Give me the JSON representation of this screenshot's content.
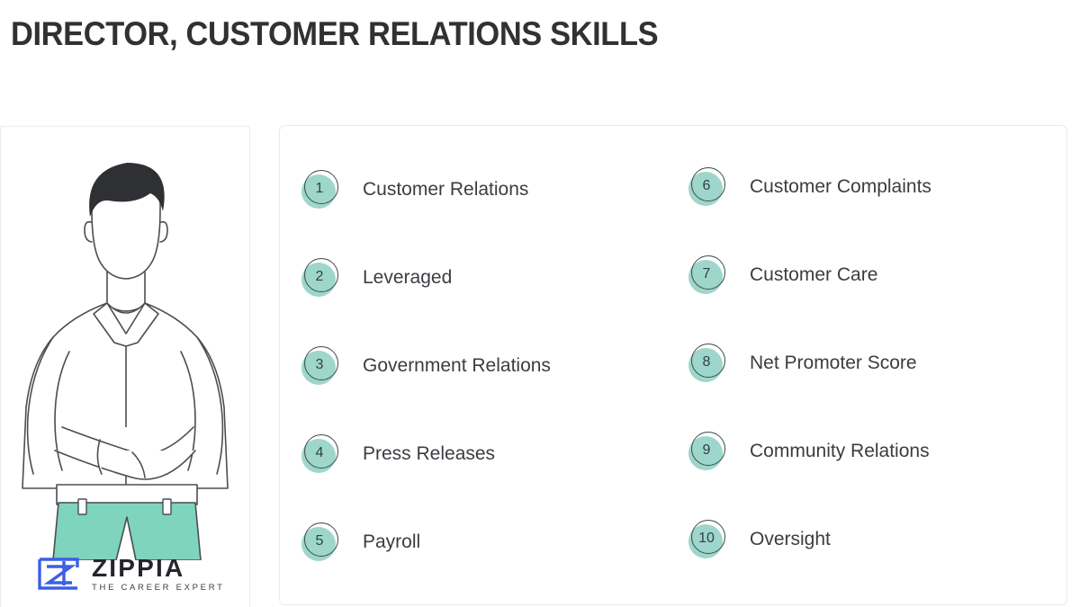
{
  "page": {
    "title": "DIRECTOR, CUSTOMER RELATIONS SKILLS",
    "background_color": "#ffffff",
    "title_color": "#2f3133"
  },
  "illustration": {
    "alt_name": "man-with-crossed-arms-illustration",
    "hair_color": "#2e3033",
    "shirt_color": "#ffffff",
    "outline_color": "#4a4d52",
    "pants_color": "#7ed4bc"
  },
  "logo": {
    "mark_name": "zippia-z-mark",
    "wordmark": "ZIPPIA",
    "tagline": "THE CAREER EXPERT",
    "mark_color": "#3b5ee8",
    "wordmark_color": "#24262b"
  },
  "skills_panel": {
    "border_color": "#e9e9e9",
    "badge_fill": "#9ed6cb",
    "badge_ring": "#3c4a4c",
    "badge_number_color": "#2d4347",
    "label_color": "#3a3d42",
    "columns": [
      {
        "name": "left-column",
        "items": [
          {
            "number": "1",
            "label": "Customer Relations"
          },
          {
            "number": "2",
            "label": "Leveraged"
          },
          {
            "number": "3",
            "label": "Government Relations"
          },
          {
            "number": "4",
            "label": "Press Releases"
          },
          {
            "number": "5",
            "label": "Payroll"
          }
        ]
      },
      {
        "name": "right-column",
        "items": [
          {
            "number": "6",
            "label": "Customer Complaints"
          },
          {
            "number": "7",
            "label": "Customer Care"
          },
          {
            "number": "8",
            "label": "Net Promoter Score"
          },
          {
            "number": "9",
            "label": "Community Relations"
          },
          {
            "number": "10",
            "label": "Oversight"
          }
        ]
      }
    ]
  }
}
